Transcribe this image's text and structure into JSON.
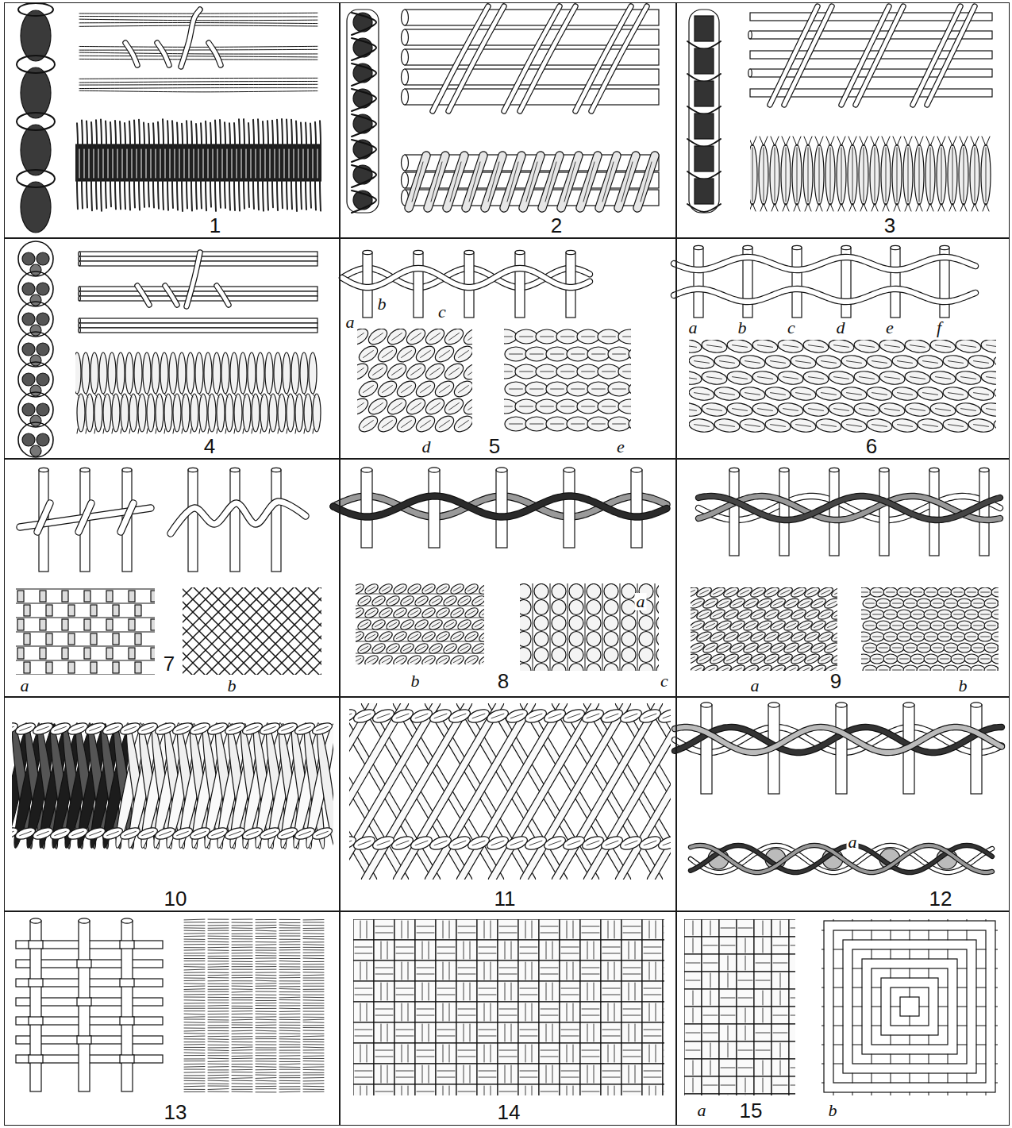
{
  "diagram": {
    "nodes": [
      {
        "text": [
          "1"
        ]
      },
      {
        "text": [
          "2"
        ]
      },
      {
        "text": [
          "3"
        ]
      },
      {
        "text": [
          "4"
        ]
      },
      {
        "text": [
          "b",
          "c",
          "a",
          "d",
          "5",
          "e"
        ]
      },
      {
        "text": [
          "a",
          "b",
          "c",
          "d",
          "e",
          "f",
          "6"
        ]
      },
      {
        "text": [
          "7",
          "a",
          "b"
        ]
      },
      {
        "text": [
          "a",
          "b",
          "8",
          "c"
        ]
      },
      {
        "text": [
          "9",
          "a",
          "b"
        ]
      },
      {
        "text": [
          "10"
        ]
      },
      {
        "text": [
          "11"
        ]
      },
      {
        "text": [
          "a",
          "12"
        ]
      },
      {
        "text": [
          "13"
        ]
      },
      {
        "text": [
          "14"
        ]
      },
      {
        "text": [
          "a",
          "15",
          "b"
        ]
      }
    ]
  }
}
